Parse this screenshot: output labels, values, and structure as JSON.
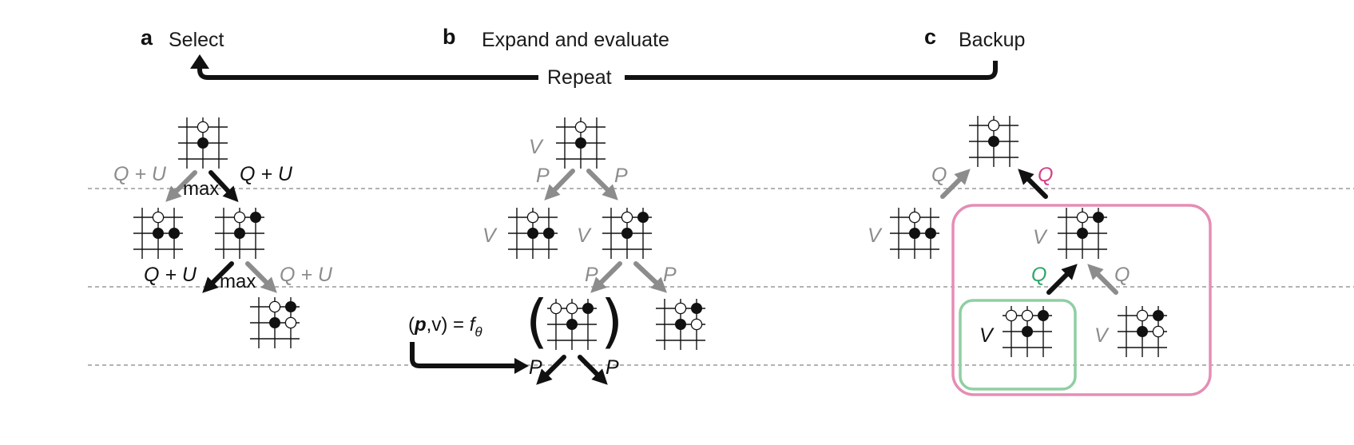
{
  "panels": {
    "a": {
      "letter": "a",
      "title": "Select"
    },
    "b": {
      "letter": "b",
      "title": "Expand and evaluate"
    },
    "c": {
      "letter": "c",
      "title": "Backup"
    }
  },
  "repeat_label": "Repeat",
  "edge_labels": {
    "q_plus_u": "Q + U",
    "max": "max",
    "p": "P",
    "v": "V",
    "q": "Q"
  },
  "formula": {
    "open": "(",
    "p": "p",
    "rest": ",v) = ",
    "f": "f",
    "theta": "θ"
  },
  "colors": {
    "black": "#111111",
    "gray": "#8c8c8c",
    "pink": "#d63f86",
    "pink_box": "#e58db5",
    "green": "#2ea66b",
    "green_box": "#8fcfa3",
    "dashed": "#9a9a9a"
  }
}
